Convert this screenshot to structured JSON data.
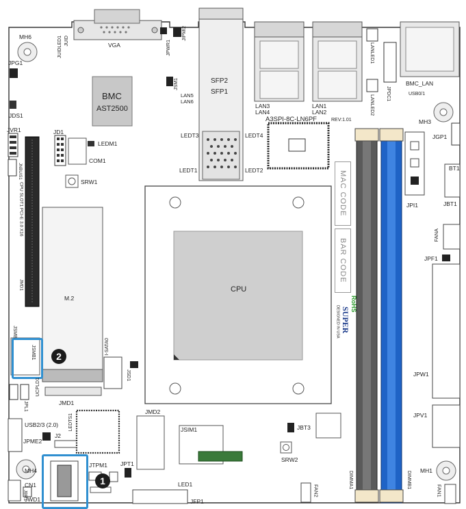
{
  "board": {
    "labels": {
      "mh6": "MH6",
      "jpg1": "JPG1",
      "jds1": "JDS1",
      "jvr1": "JVR1",
      "vga": "VGA",
      "juid": "JUID",
      "juidled1": "JUIDLED1",
      "jpwr1": "JPWR1",
      "jipmi2": "JIPMI2",
      "jsm1": "JSM1",
      "bmc": "BMC",
      "ast2500": "AST2500",
      "jd1": "JD1",
      "ledm1": "LEDM1",
      "com1": "COM1",
      "srw1": "SRW1",
      "pcie_slot": "CPU SLOT1 PCI-E 3.0 X16",
      "jmd1_slot": "JMD1",
      "m2": "M.2",
      "jsmb1": "JSMB1",
      "jsmb_side": "JSMB",
      "jpl1": "JPL1",
      "jnbuis1": "JNBUIS1",
      "ucpld1": "UCPLD1",
      "jmd1": "JMD1",
      "jsata0": "I-SATA0",
      "jsd1": "JSD1",
      "usb23": "USB2/3 (2.0)",
      "jpme2": "JPME2",
      "j2": "J2",
      "ledts1": "LEDTS1",
      "mh4": "MH4",
      "cn1": "CN1",
      "jwd1": "JWD1",
      "jbr1": "JBR1",
      "jtpm1": "JTPM1",
      "jpt1": "JPT1",
      "jfp1": "JFP1",
      "led1": "LED1",
      "jmd2": "JMD2",
      "jsim1": "JSIM1",
      "jbt3": "JBT3",
      "srw2": "SRW2",
      "fan2": "FAN2",
      "dimma1": "DIMMA1",
      "dimmb1": "DIMMB1",
      "sfp2": "SFP2",
      "sfp1": "SFP1",
      "lan5": "LAN5",
      "lan6": "LAN6",
      "ledt3": "LEDT3",
      "ledt4": "LEDT4",
      "ledt1": "LEDT1",
      "ledt2": "LEDT2",
      "lan3": "LAN3",
      "lan4": "LAN4",
      "lan1": "LAN1",
      "lan2": "LAN2",
      "board_name": "A3SPI-8C-LN6PF",
      "rev": "REV:1.01",
      "lanled1": "LANLED1",
      "lanled2": "LANLED2",
      "jpdc1": "JPDC1",
      "bmc_lan": "BMC_LAN",
      "usb01": "USB0/1",
      "mh3": "MH3",
      "jgp1": "JGP1",
      "bt1": "BT1",
      "jbt1": "JBT1",
      "jpi1": "JPI1",
      "fana": "FANA",
      "jpf1": "JPF1",
      "jpw1": "JPW1",
      "jpv1": "JPV1",
      "mh1": "MH1",
      "fan1": "FAN1",
      "cpu": "CPU",
      "mac_code": "MAC CODE",
      "bar_code": "BAR CODE",
      "rohs": "RoHS",
      "super": "SUPER",
      "designed": "DESIGNED IN USA",
      "badge1": "1",
      "badge2": "2"
    },
    "colors": {
      "dimm_a": "#5a5a5a",
      "dimm_b": "#1f63c6",
      "highlight": "#2f8fd0",
      "rohs": "#2a9a2a",
      "super": "#1a3a8a"
    }
  }
}
